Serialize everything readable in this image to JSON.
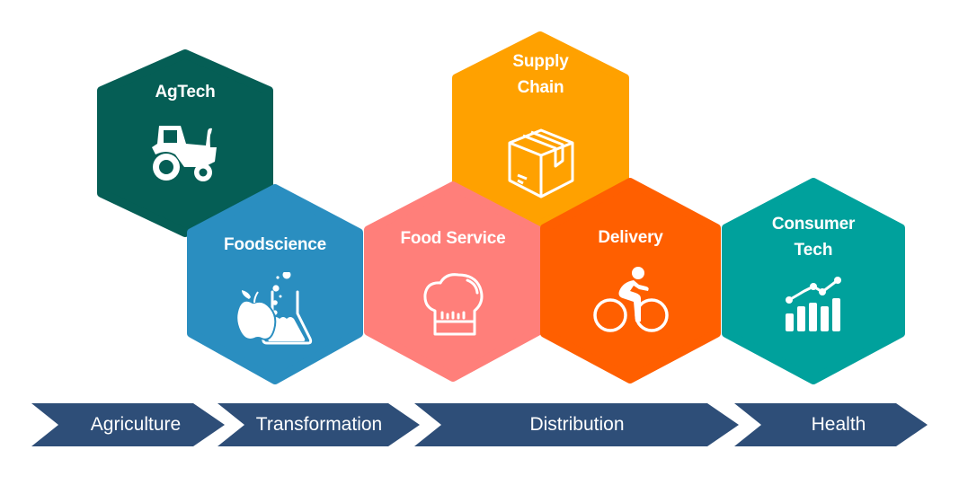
{
  "colors": {
    "agtech": "#055E55",
    "foodscience": "#2A8EC0",
    "food_service": "#FF7F7A",
    "supply_chain": "#FFA100",
    "delivery": "#FF5F00",
    "consumer_tech": "#00A19C",
    "arrow": "#2E4E78",
    "icon": "#FFFFFF"
  },
  "hexagons": [
    {
      "id": "agtech",
      "label_lines": [
        "AgTech"
      ],
      "icon": "tractor-icon"
    },
    {
      "id": "foodscience",
      "label_lines": [
        "Foodscience"
      ],
      "icon": "apple-flask-icon"
    },
    {
      "id": "food_service",
      "label_lines": [
        "Food Service"
      ],
      "icon": "chef-hat-icon"
    },
    {
      "id": "supply_chain",
      "label_lines": [
        "Supply",
        "Chain"
      ],
      "icon": "package-box-icon"
    },
    {
      "id": "delivery",
      "label_lines": [
        "Delivery"
      ],
      "icon": "cyclist-icon"
    },
    {
      "id": "consumer_tech",
      "label_lines": [
        "Consumer",
        "Tech"
      ],
      "icon": "growth-chart-icon"
    }
  ],
  "stages": [
    {
      "label": "Agriculture"
    },
    {
      "label": "Transformation"
    },
    {
      "label": "Distribution"
    },
    {
      "label": "Health"
    }
  ]
}
